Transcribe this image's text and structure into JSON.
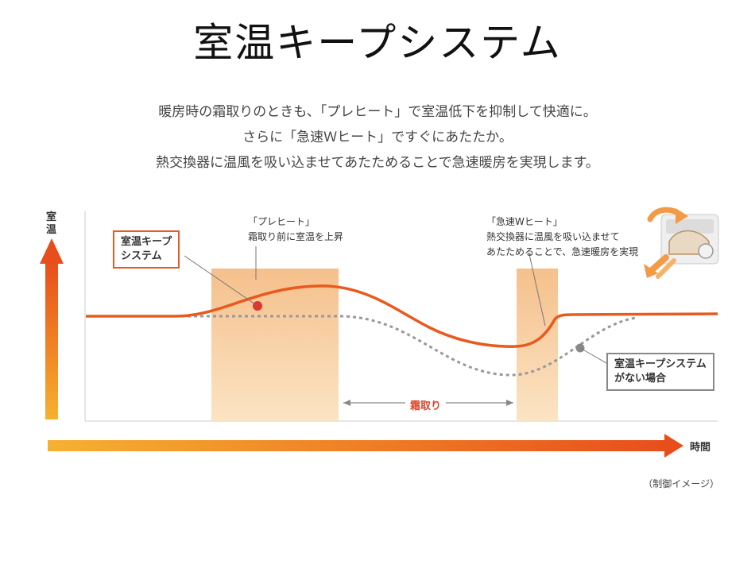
{
  "title": "室温キープシステム",
  "description": [
    "暖房時の霜取りのときも、「プレヒート」で室温低下を抑制して快適に。",
    "さらに「急速Ｗヒート」ですぐにあたたか。",
    "熱交換器に温風を吸い込ませてあたためることで急速暖房を実現します。"
  ],
  "diagram": {
    "y_axis_label": "室温",
    "x_axis_label": "時間",
    "with_system_label": [
      "室温キープ",
      "システム"
    ],
    "without_system_label": [
      "室温キープシステム",
      "がない場合"
    ],
    "preheat": {
      "heading": "「プレヒート」",
      "text": "霜取り前に室温を上昇"
    },
    "rapid_heat": {
      "heading": "「急速Wヒート」",
      "text": [
        "熱交換器に温風を吸い込ませて",
        "あたためることで、急速暖房を実現"
      ]
    },
    "defrost_label": "霜取り",
    "caption": "（制御イメージ）",
    "colors": {
      "orange": "#e85a1e",
      "band": "#f6c89a",
      "gray": "#999999"
    }
  }
}
